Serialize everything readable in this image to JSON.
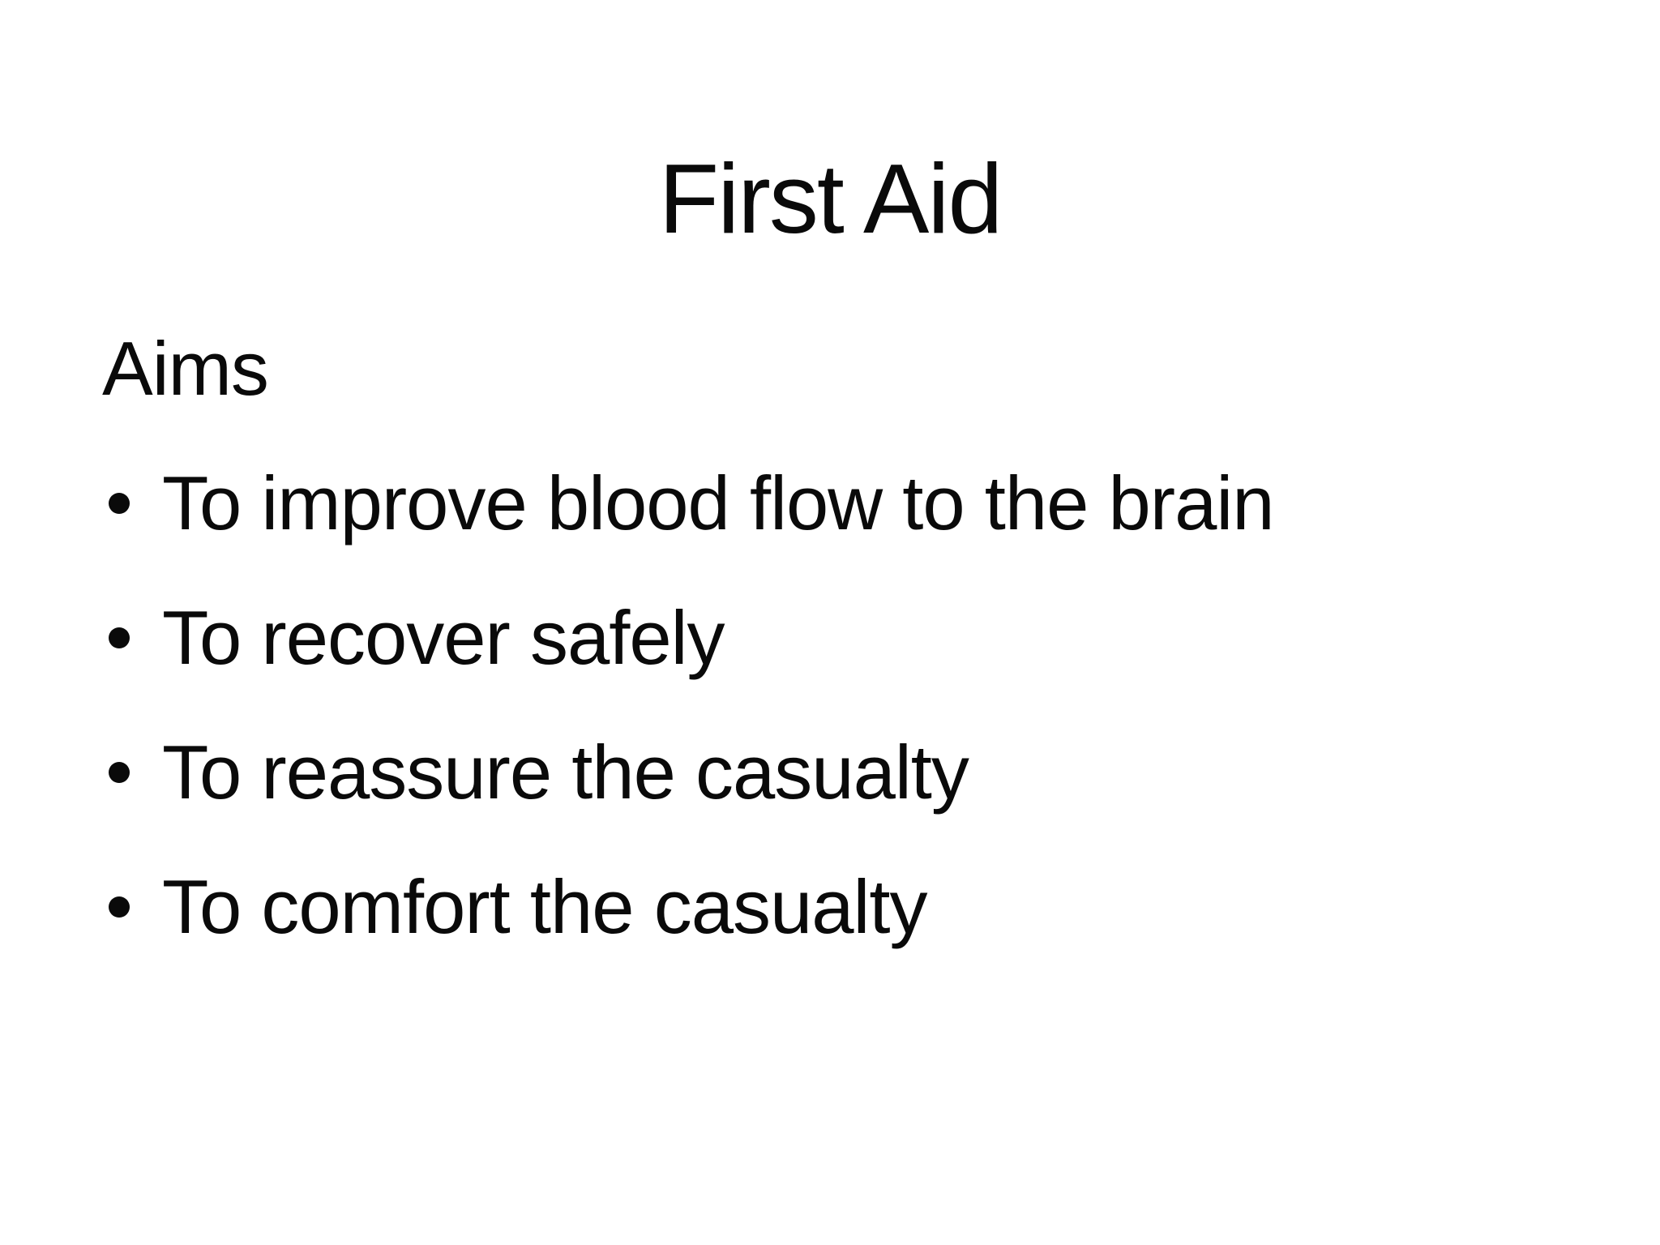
{
  "slide": {
    "title": "First Aid",
    "section_label": "Aims",
    "bullets": [
      "To improve blood flow to the brain",
      "To recover safely",
      "To reassure the casualty",
      "To comfort the casualty"
    ],
    "colors": {
      "background": "#ffffff",
      "text": "#0a0a0a"
    }
  }
}
